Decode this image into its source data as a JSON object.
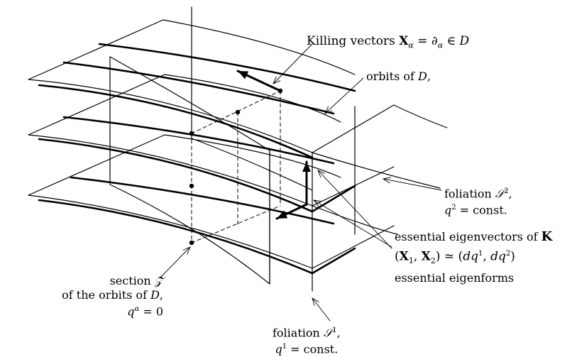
{
  "labels": {
    "killing": {
      "text": "Killing vectors",
      "x_bold": "X",
      "x_sub": "α",
      "eq": " = ∂",
      "d_sub": "α",
      "in": " ∈ ",
      "d": "D"
    },
    "orbits": {
      "text": "orbits of ",
      "d": "D",
      "comma": ","
    },
    "foliation2": {
      "line1": "foliation ",
      "s": "𝒮",
      "sup": "2",
      "comma": ",",
      "q": "q",
      "qsup": "2",
      "const": " = const."
    },
    "eigen": {
      "line1": "essential eigenvectors of ",
      "k": "K",
      "line2_open": "(",
      "x1": "X",
      "x1sub": "1",
      "sep": ", ",
      "x2": "X",
      "x2sub": "2",
      "close_rel": ") ≃ (",
      "dq1": "dq",
      "dq1sup": "1",
      "dq2": "dq",
      "dq2sup": "2",
      "end": ")",
      "line3": "essential eigenforms"
    },
    "section": {
      "line1": "section ",
      "z": "𝒵",
      "line2": "of the orbits of ",
      "d": "D",
      "comma": ",",
      "q": "q",
      "qsup": "α",
      "eqzero": " = 0"
    },
    "foliation1": {
      "line1": "foliation ",
      "s": "𝒮",
      "sup": "1",
      "comma": ",",
      "q": "q",
      "qsup": "1",
      "const": " = const."
    }
  },
  "colors": {
    "ink": "#000000",
    "paper": "#ffffff"
  }
}
